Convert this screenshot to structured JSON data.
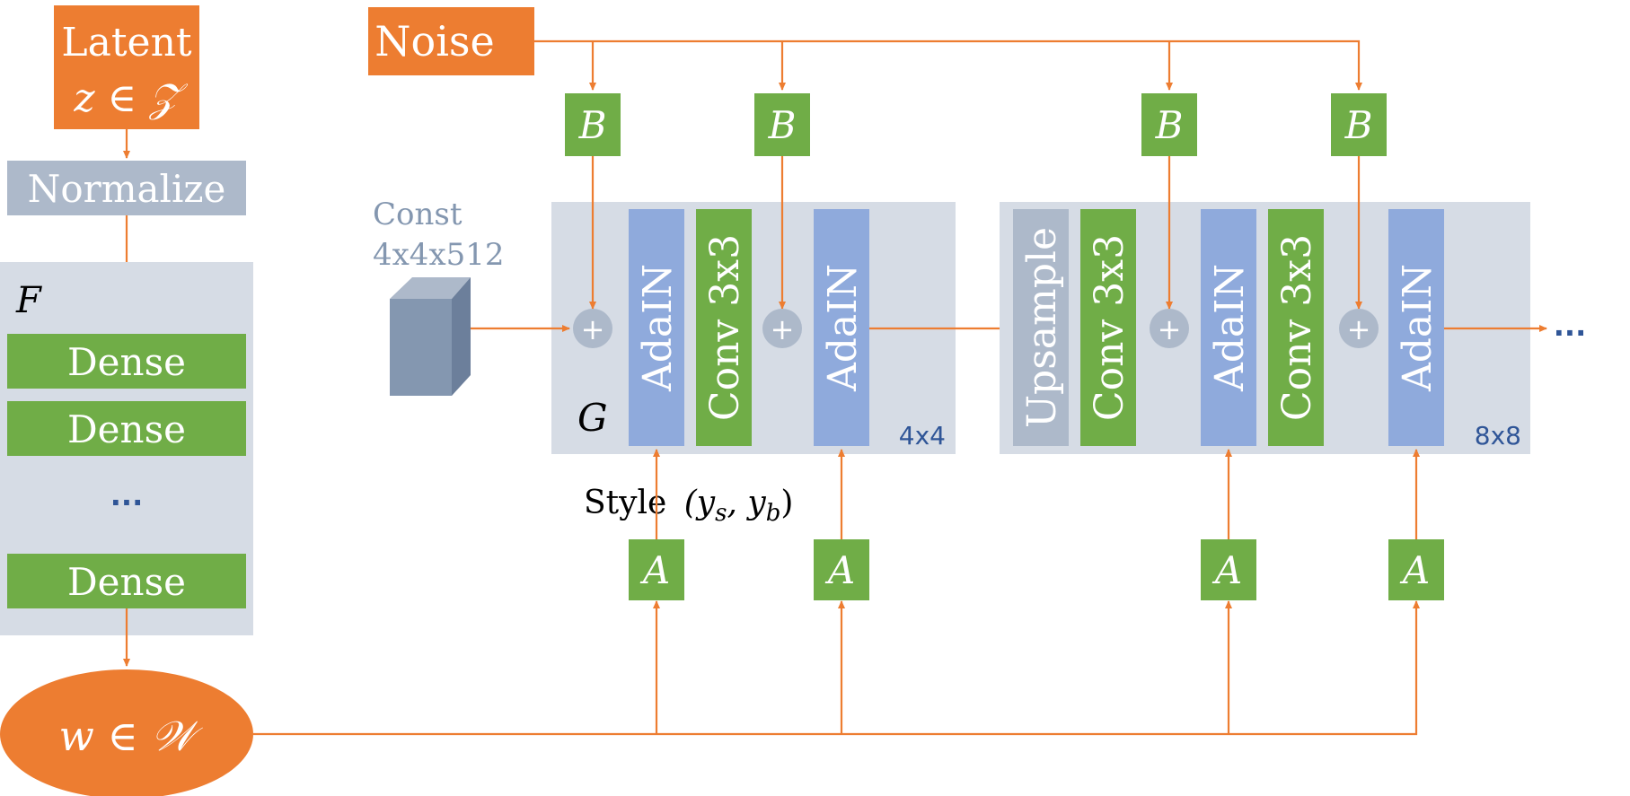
{
  "left": {
    "latent_line1": "Latent",
    "latent_line2": "z ∈ 𝒵",
    "normalize": "Normalize",
    "mapping_label": "F",
    "dense": [
      "Dense",
      "Dense",
      "Dense"
    ],
    "ellipsis": "...",
    "w_label": "w ∈ 𝒲"
  },
  "noise": "Noise",
  "const_line1": "Const",
  "const_line2": "4x4x512",
  "generator_label": "G",
  "style_label": "Style",
  "style_vars": "(y",
  "style_s": "s",
  "style_comma": ", y",
  "style_b": "b",
  "style_close": ")",
  "block1": {
    "blocks": [
      "AdaIN",
      "Conv 3x3",
      "AdaIN"
    ],
    "resolution": "4x4"
  },
  "block2": {
    "blocks": [
      "Upsample",
      "Conv 3x3",
      "AdaIN",
      "Conv 3x3",
      "AdaIN"
    ],
    "resolution": "8x8"
  },
  "b_label": "B",
  "a_label": "A",
  "plus": "+",
  "trailing_ellipsis": "...",
  "colors": {
    "orange": "#ED7D31",
    "green": "#70AD47",
    "blue": "#8FAADC",
    "grey": "#ADB9CA",
    "panel": "#D6DCE5",
    "resolution_text": "#2F5597"
  }
}
